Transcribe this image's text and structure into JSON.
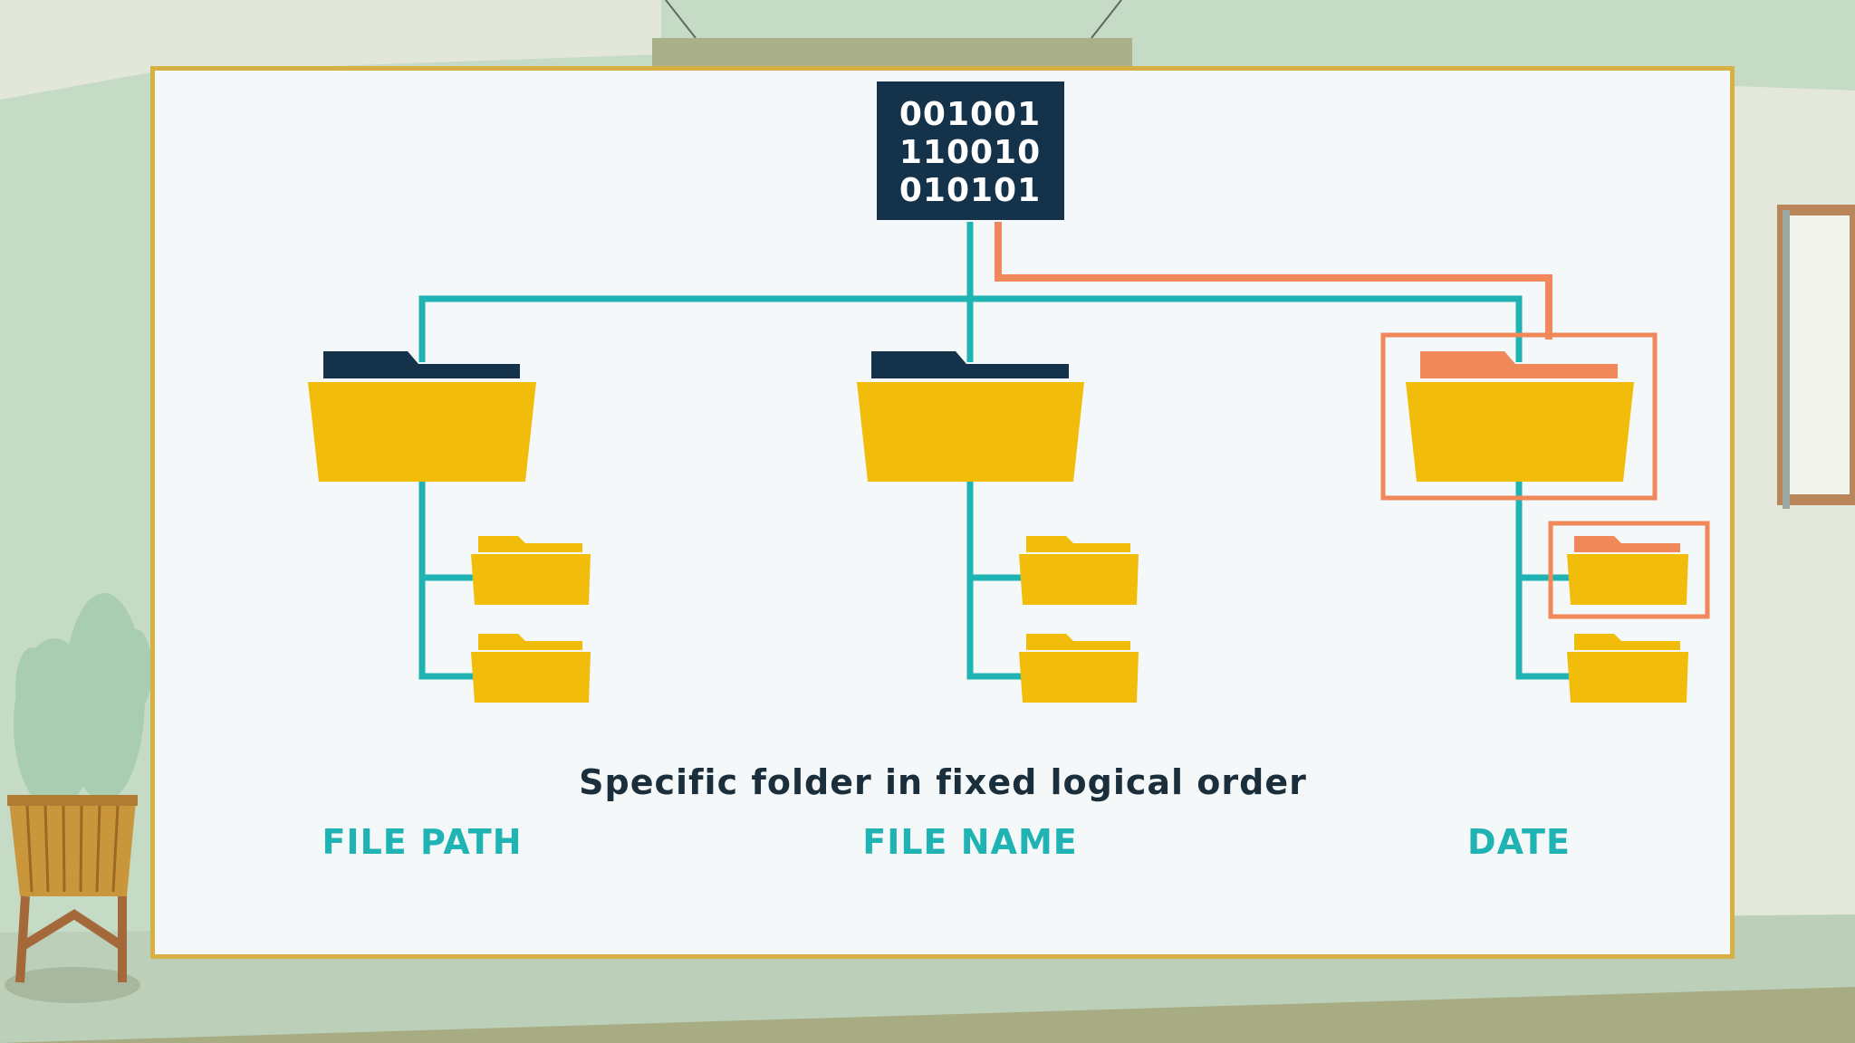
{
  "binary_block": {
    "lines": [
      "001001",
      "110010",
      "010101"
    ]
  },
  "caption": "Specific folder in fixed logical order",
  "columns": [
    {
      "label": "FILE PATH"
    },
    {
      "label": "FILE NAME"
    },
    {
      "label": "DATE"
    }
  ],
  "colors": {
    "connector": "#1fb3b3",
    "highlight": "#f0885a",
    "folder_body": "#f2bc0a",
    "folder_tab_dark": "#14324a",
    "board_border": "#d6b043",
    "label": "#1fb3b3"
  },
  "highlighted_column": "DATE"
}
